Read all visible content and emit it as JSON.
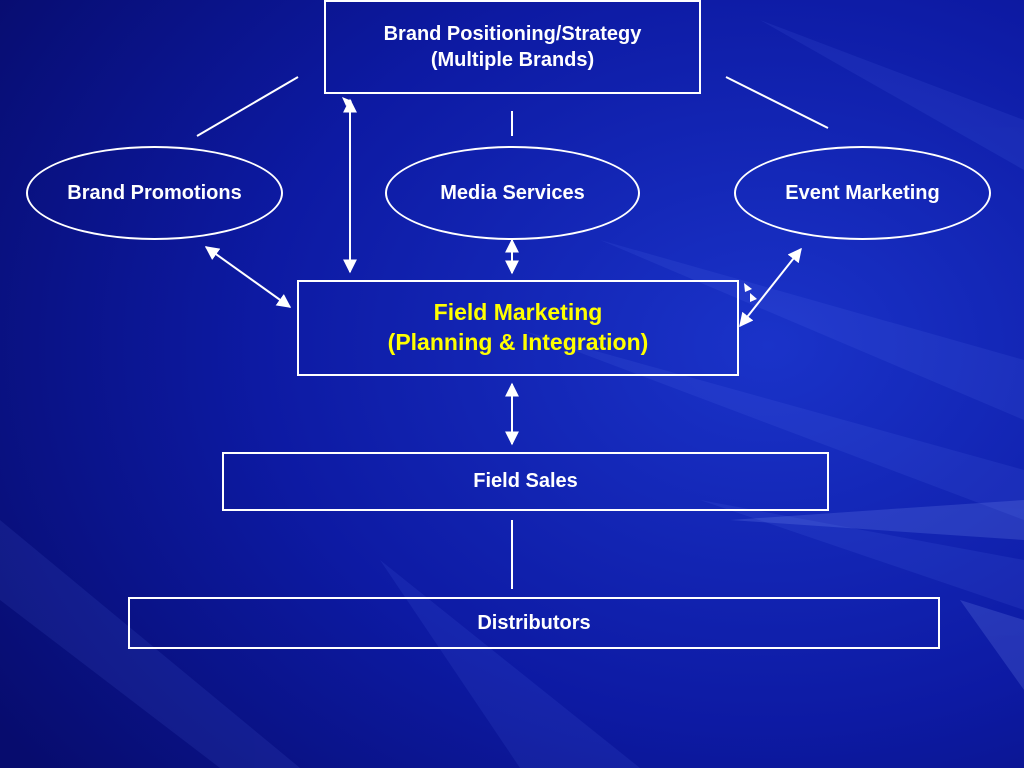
{
  "diagram": {
    "strategy": {
      "line1": "Brand Positioning/Strategy",
      "line2": "(Multiple Brands)"
    },
    "brand_promotions": "Brand Promotions",
    "media_services": "Media Services",
    "event_marketing": "Event Marketing",
    "field_marketing": {
      "line1": "Field Marketing",
      "line2": "(Planning & Integration)"
    },
    "field_sales": "Field Sales",
    "distributors": "Distributors"
  },
  "colors": {
    "background": "#0b0f8a",
    "line": "#ffffff",
    "highlight_text": "#ffff00"
  }
}
